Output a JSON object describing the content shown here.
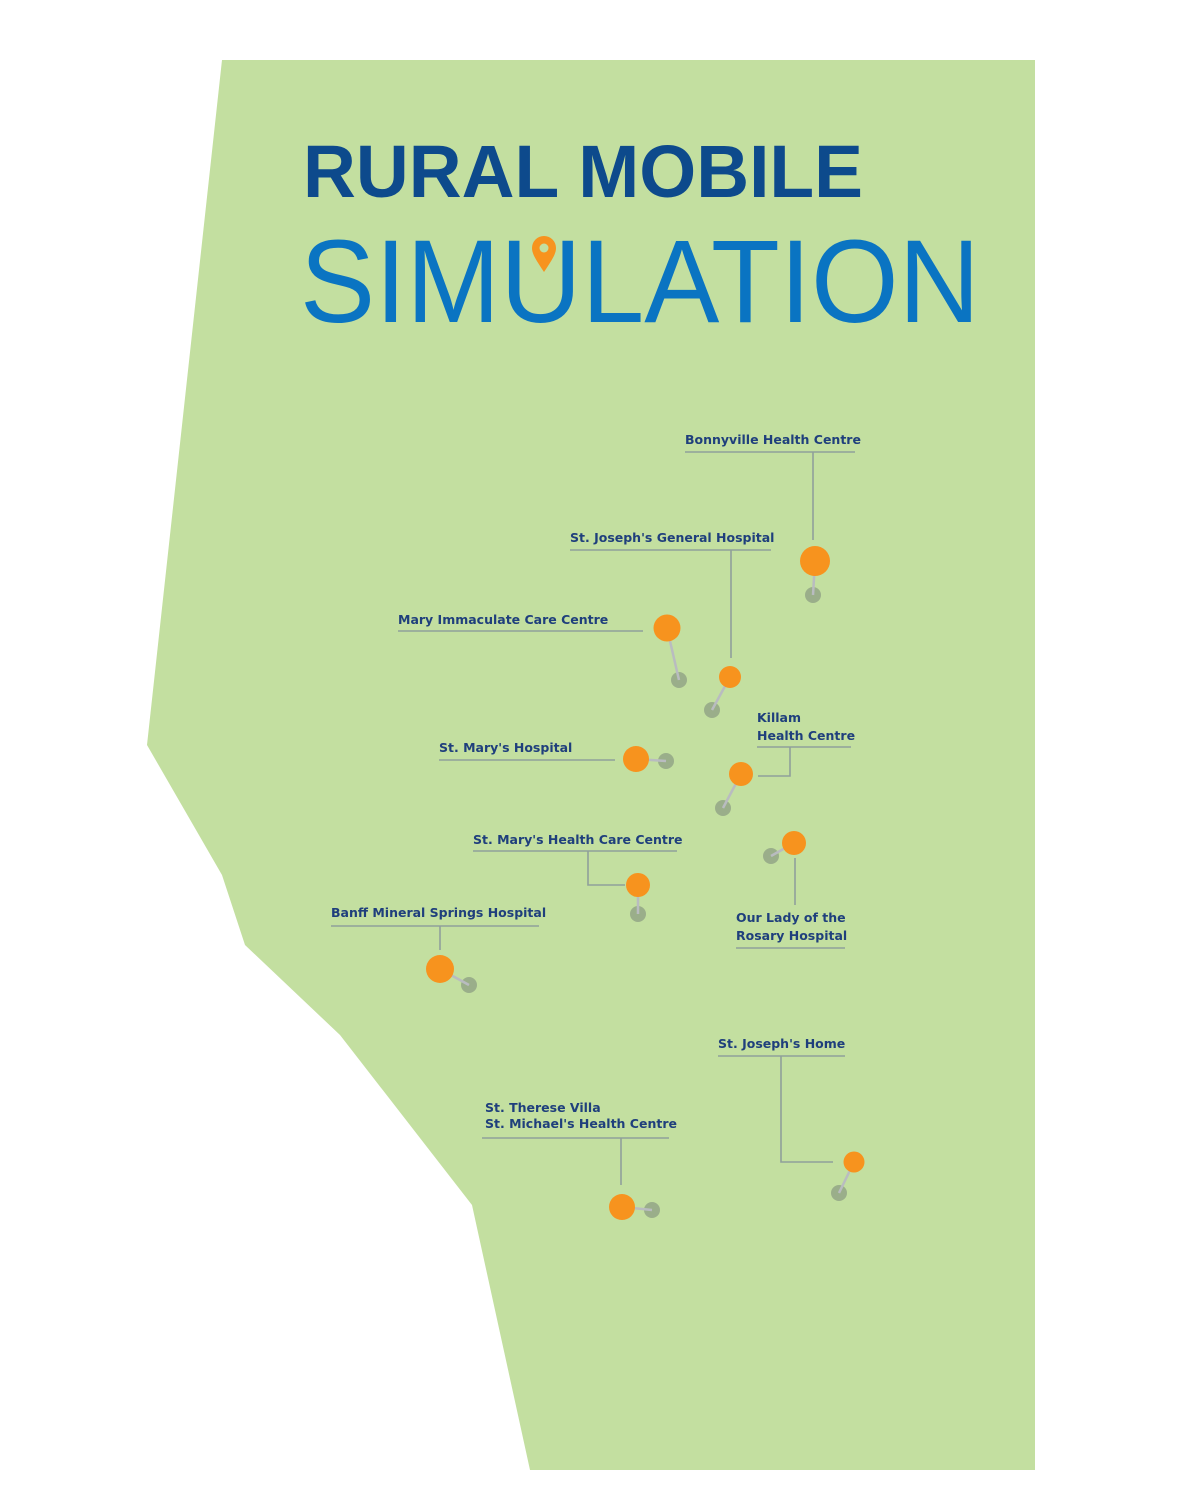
{
  "title": {
    "line1": "RURAL MOBILE",
    "line2": "SIMULATION"
  },
  "colors": {
    "land": "#c3dfa0",
    "title_dark": "#0d4a8c",
    "title_light": "#0a74c2",
    "pin": "#f7931e",
    "label": "#1f3f7c"
  },
  "sites": [
    {
      "name": "Bonnyville Health Centre"
    },
    {
      "name": "St. Joseph's General Hospital"
    },
    {
      "name": "Mary Immaculate Care Centre"
    },
    {
      "name": "St. Mary's Hospital"
    },
    {
      "name_line1": "Killam",
      "name_line2": "Health Centre"
    },
    {
      "name": "St. Mary's Health Care Centre"
    },
    {
      "name_line1": "Our Lady of the",
      "name_line2": "Rosary Hospital"
    },
    {
      "name": "Banff Mineral Springs Hospital"
    },
    {
      "name": "St. Joseph's Home"
    },
    {
      "name_line1": "St. Therese Villa",
      "name_line2": "St. Michael's Health Centre"
    }
  ]
}
